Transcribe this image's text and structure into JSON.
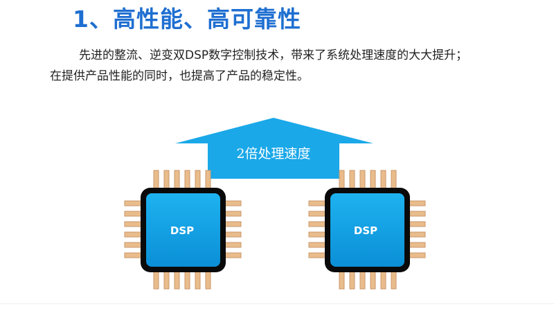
{
  "heading": "1、高性能、高可靠性",
  "paragraph": {
    "line1": "先进的整流、逆变双DSP数字控制技术，带来了系统处理速度的大大提升；",
    "line2": "在提供产品性能的同时，也提高了产品的稳定性。"
  },
  "diagram": {
    "arrow_label": "2倍处理速度",
    "chips": [
      {
        "label": "DSP"
      },
      {
        "label": "DSP"
      }
    ],
    "colors": {
      "chip_body": "#0e9be1",
      "chip_frame": "#0a0a0a",
      "pins": "#e7b98a",
      "arrow": "#19a8e8"
    }
  }
}
